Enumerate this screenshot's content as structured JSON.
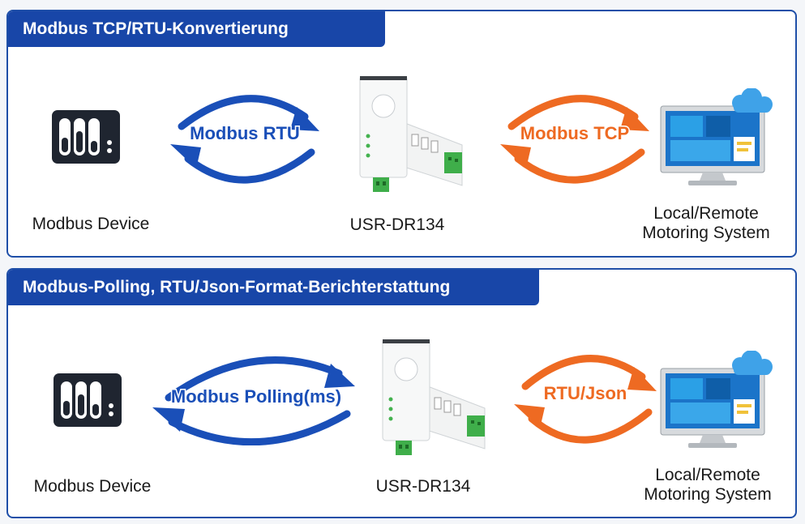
{
  "panels": [
    {
      "title": "Modbus TCP/RTU-Konvertierung",
      "left_label": "Modbus Device",
      "center_label": "USR-DR134",
      "right_label_line1": "Local/Remote",
      "right_label_line2": "Motoring System",
      "left_arrow_text": "Modbus RTU",
      "right_arrow_text": "Modbus TCP"
    },
    {
      "title": "Modbus-Polling, RTU/Json-Format-Berichterstattung",
      "left_label": "Modbus Device",
      "center_label": "USR-DR134",
      "right_label_line1": "Local/Remote",
      "right_label_line2": "Motoring System",
      "left_arrow_text": "Modbus Polling(ms)",
      "right_arrow_text": "RTU/Json"
    }
  ],
  "colors": {
    "header_bg": "#1846a8",
    "border": "#1f4fa8",
    "arrow_blue": "#1a4fb8",
    "arrow_orange": "#ee6a22",
    "device_dark": "#1f2530"
  },
  "icons": [
    "modbus-device-icon",
    "gateway-device-icon",
    "monitor-icon",
    "cloud-icon"
  ]
}
